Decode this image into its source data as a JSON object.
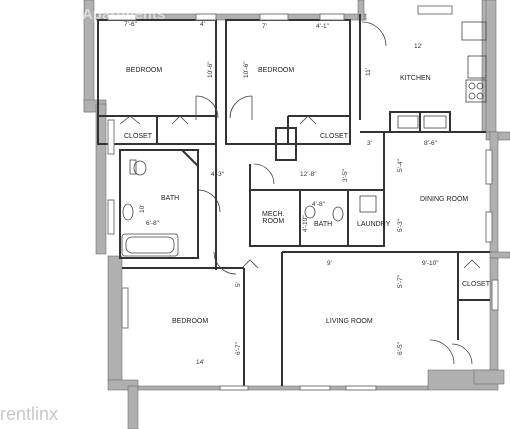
{
  "rooms": {
    "bedroom_top_left": "BEDROOM",
    "bedroom_top_mid": "BEDROOM",
    "kitchen": "KITCHEN",
    "closet_top_left": "CLOSET",
    "closet_top_mid": "CLOSET",
    "bath_main": "BATH",
    "mech_room": "MECH.\nROOM",
    "bath_small": "BATH",
    "laundry": "LAUNDRY",
    "dining_room": "DINING ROOM",
    "closet_right": "CLOSET",
    "bedroom_bottom": "BEDROOM",
    "living_room": "LIVING ROOM"
  },
  "dimensions": {
    "d1": "7'-6\"",
    "d2": "4'",
    "d3": "7'",
    "d4": "4'-1\"",
    "d5": "12'",
    "d6": "10'-6\"",
    "d7": "10'-6\"",
    "d8": "11'",
    "d9": "3'",
    "d10": "8'-6\"",
    "d11": "4'-3\"",
    "d12": "12'-8\"",
    "d13": "3'-5\"",
    "d14": "5'-4\"",
    "d15": "4'-8\"",
    "d16": "10'",
    "d17": "6'-8\"",
    "d18": "4'-10\"",
    "d19": "5'-3\"",
    "d20": "9'",
    "d21": "9'-10\"",
    "d22": "5'",
    "d23": "5'-7\"",
    "d24": "6'-7\"",
    "d25": "6'-5\"",
    "d26": "14'"
  },
  "watermark": {
    "top": "City Apartments",
    "bottom": "rentlinx"
  },
  "colors": {
    "wall": "#b0b0b0",
    "wall_stroke": "#6f6f6f",
    "line": "#333333"
  }
}
